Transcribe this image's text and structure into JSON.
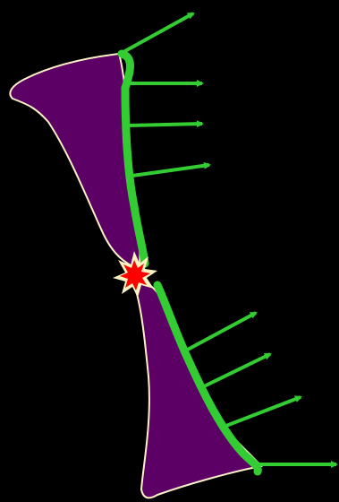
{
  "diagram": {
    "background_color": "#000000",
    "shape_fill_color": "#5c0066",
    "shape_outline_color": "#fff0c8",
    "edge_highlight_color": "#33cc33",
    "arrow_color": "#33cc33",
    "burst_outer_color": "#fff4c0",
    "burst_inner_color": "#ff0000",
    "upper_segment_arrow_count": 4,
    "lower_segment_arrow_count": 4,
    "components": [
      "upper-segment",
      "lower-segment",
      "upper-edge-highlight",
      "lower-edge-highlight",
      "arrows",
      "fracture-burst-icon"
    ]
  }
}
